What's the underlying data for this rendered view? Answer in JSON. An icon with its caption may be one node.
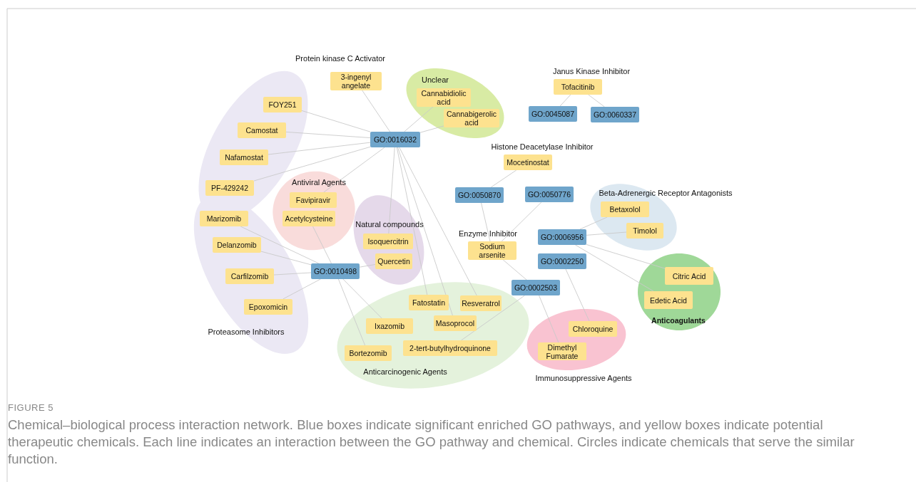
{
  "diagram": {
    "title": "FIGURE 5",
    "caption": "Chemical–biological process interaction network. Blue boxes indicate significant enriched GO pathways, and yellow boxes indicate potential therapeutic chemicals. Each line indicates an interaction between the GO pathway and chemical. Circles indicate chemicals that serve the similar function.",
    "nodes": [
      {
        "text": [
          "3-ingenyl angelate"
        ],
        "beside": [
          "Protein kinase C Activator"
        ]
      },
      {
        "text": [
          "Unclear"
        ]
      },
      {
        "text": [
          "Cannabidiolic acid"
        ],
        "in": 1
      },
      {
        "text": [
          "Cannabigerolic acid"
        ],
        "in": 1
      },
      {
        "text": [
          "Tofacitinib"
        ],
        "beside": [
          "Janus Kinase Inhibitor"
        ]
      },
      {
        "text": [
          "GO:0045087"
        ]
      },
      {
        "text": [
          "GO:0060337"
        ]
      },
      {
        "text": [
          "Proteasome Inhibitors"
        ]
      },
      {
        "text": [
          "FOY251"
        ],
        "in": 7
      },
      {
        "text": [
          "Camostat"
        ],
        "in": 7
      },
      {
        "text": [
          "GO:0016032"
        ]
      },
      {
        "text": [
          "Nafamostat"
        ],
        "in": 7
      },
      {
        "text": [
          "Mocetinostat"
        ],
        "beside": [
          "Histone Deacetylase Inhibitor"
        ]
      },
      {
        "text": [
          "PF-429242"
        ],
        "in": 7
      },
      {
        "text": [
          "Antiviral Agents"
        ]
      },
      {
        "text": [
          "Favipiravir"
        ],
        "in": 14
      },
      {
        "text": [
          "Acetylcysteine"
        ],
        "in": 14
      },
      {
        "text": [
          "GO:0050870"
        ]
      },
      {
        "text": [
          "GO:0050776"
        ]
      },
      {
        "text": [
          "Beta-Adrenergic Receptor Antagonists"
        ]
      },
      {
        "text": [
          "Betaxolol"
        ],
        "in": 19
      },
      {
        "text": [
          "Timolol"
        ],
        "in": 19
      },
      {
        "text": [
          "Marizomib"
        ],
        "in": 7
      },
      {
        "text": [
          "Natural compounds"
        ]
      },
      {
        "text": [
          "Isoquercitrin"
        ],
        "in": 23
      },
      {
        "text": [
          "Quercetin"
        ],
        "in": 23
      },
      {
        "text": [
          "Sodium arsenite"
        ],
        "beside": [
          "Enzyme Inhibitor"
        ]
      },
      {
        "text": [
          "GO:0006956"
        ]
      },
      {
        "text": [
          "Delanzomib"
        ],
        "in": 7
      },
      {
        "text": [
          "GO:0002250"
        ]
      },
      {
        "text": [
          "Anticoagulants"
        ]
      },
      {
        "text": [
          "Citric Acid"
        ],
        "in": 30
      },
      {
        "text": [
          "Edetic Acid"
        ],
        "in": 30
      },
      {
        "text": [
          "Carfilzomib"
        ],
        "in": 7
      },
      {
        "text": [
          "GO:0010498"
        ]
      },
      {
        "text": [
          "GO:0002503"
        ]
      },
      {
        "text": [
          "Epoxomicin"
        ],
        "in": 7
      },
      {
        "text": [
          "Anticarcinogenic Agents"
        ]
      },
      {
        "text": [
          "Fatostatin"
        ],
        "in": 37
      },
      {
        "text": [
          "Resveratrol"
        ],
        "in": 37
      },
      {
        "text": [
          "Masoprocol"
        ],
        "in": 37
      },
      {
        "text": [
          "Ixazomib"
        ],
        "in": 37
      },
      {
        "text": [
          "Bortezomib"
        ],
        "in": 37
      },
      {
        "text": [
          "2-tert-butylhydroquinone"
        ],
        "in": 37
      },
      {
        "text": [
          "Immunosuppressive Agents"
        ]
      },
      {
        "text": [
          "Chloroquine"
        ],
        "in": 44
      },
      {
        "text": [
          "Dimethyl Fumarate"
        ],
        "in": 44
      }
    ],
    "edges": [
      {
        "from": 10,
        "to": 0,
        "arrow": "none"
      },
      {
        "from": 10,
        "to": 2,
        "arrow": "none"
      },
      {
        "from": 10,
        "to": 3,
        "arrow": "none"
      },
      {
        "from": 10,
        "to": 8,
        "arrow": "none"
      },
      {
        "from": 10,
        "to": 9,
        "arrow": "none"
      },
      {
        "from": 10,
        "to": 11,
        "arrow": "none"
      },
      {
        "from": 10,
        "to": 13,
        "arrow": "none"
      },
      {
        "from": 10,
        "to": 15,
        "arrow": "none"
      },
      {
        "from": 10,
        "to": 24,
        "arrow": "none"
      },
      {
        "from": 10,
        "to": 38,
        "arrow": "none"
      },
      {
        "from": 10,
        "to": 40,
        "arrow": "none"
      },
      {
        "from": 10,
        "to": 39,
        "arrow": "none"
      },
      {
        "from": 34,
        "to": 22,
        "arrow": "none"
      },
      {
        "from": 34,
        "to": 28,
        "arrow": "none"
      },
      {
        "from": 34,
        "to": 33,
        "arrow": "none"
      },
      {
        "from": 34,
        "to": 36,
        "arrow": "none"
      },
      {
        "from": 34,
        "to": 16,
        "arrow": "none"
      },
      {
        "from": 34,
        "to": 25,
        "arrow": "none"
      },
      {
        "from": 34,
        "to": 41,
        "arrow": "none"
      },
      {
        "from": 34,
        "to": 42,
        "arrow": "none"
      },
      {
        "from": 4,
        "to": 5,
        "arrow": "none"
      },
      {
        "from": 4,
        "to": 6,
        "arrow": "none"
      },
      {
        "from": 17,
        "to": 12,
        "arrow": "none"
      },
      {
        "from": 17,
        "to": 26,
        "arrow": "none"
      },
      {
        "from": 18,
        "to": 26,
        "arrow": "none"
      },
      {
        "from": 35,
        "to": 26,
        "arrow": "none"
      },
      {
        "from": 35,
        "to": 43,
        "arrow": "none"
      },
      {
        "from": 35,
        "to": 46,
        "arrow": "none"
      },
      {
        "from": 27,
        "to": 20,
        "arrow": "none"
      },
      {
        "from": 27,
        "to": 21,
        "arrow": "none"
      },
      {
        "from": 27,
        "to": 31,
        "arrow": "none"
      },
      {
        "from": 27,
        "to": 32,
        "arrow": "none"
      },
      {
        "from": 29,
        "to": 45,
        "arrow": "none"
      }
    ]
  }
}
